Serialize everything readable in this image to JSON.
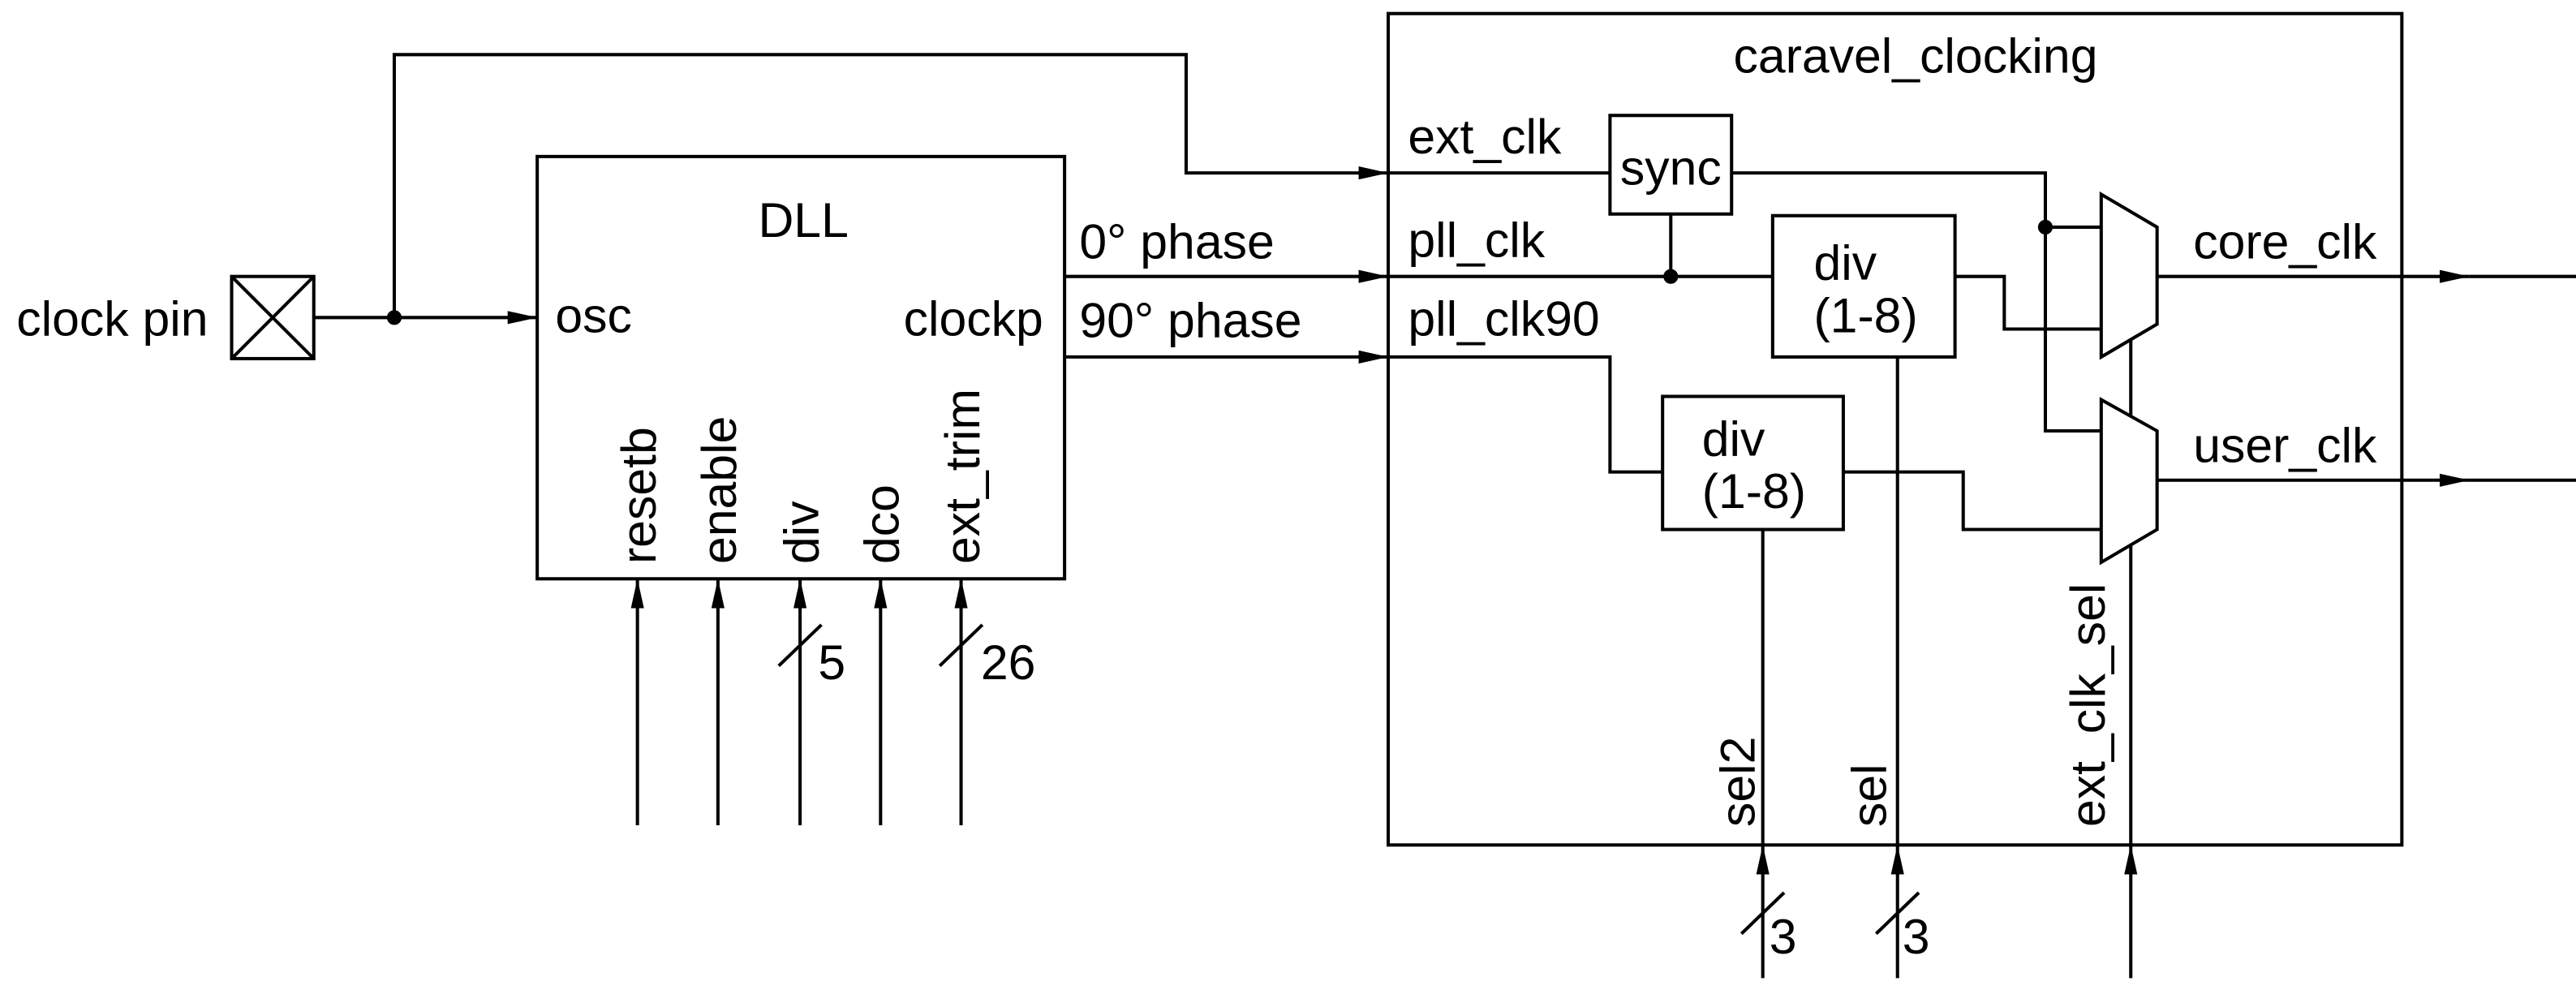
{
  "clock_pin": {
    "label": "clock pin"
  },
  "dll": {
    "title": "DLL",
    "input_label": "osc",
    "output_label": "clockp",
    "control_pins": [
      {
        "name": "resetb"
      },
      {
        "name": "enable"
      },
      {
        "name": "div",
        "bus_width": "5"
      },
      {
        "name": "dco"
      },
      {
        "name": "ext_trim",
        "bus_width": "26"
      }
    ],
    "outputs": [
      {
        "label": "0° phase"
      },
      {
        "label": "90° phase"
      }
    ]
  },
  "caravel_clocking": {
    "title": "caravel_clocking",
    "inputs": [
      {
        "label": "ext_clk"
      },
      {
        "label": "pll_clk"
      },
      {
        "label": "pll_clk90"
      }
    ],
    "sync": {
      "label": "sync"
    },
    "dividers": [
      {
        "label": "div",
        "range": "(1-8)"
      },
      {
        "label": "div",
        "range": "(1-8)"
      }
    ],
    "outputs": [
      {
        "label": "core_clk"
      },
      {
        "label": "user_clk"
      }
    ],
    "selects": [
      {
        "label": "sel2",
        "bus_width": "3"
      },
      {
        "label": "sel",
        "bus_width": "3"
      },
      {
        "label": "ext_clk_sel"
      }
    ]
  }
}
